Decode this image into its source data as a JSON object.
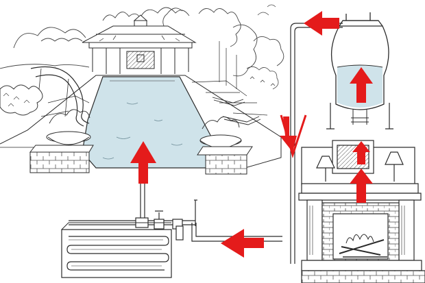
{
  "diagram": {
    "description_text": "",
    "colors": {
      "line": "#2a2a2a",
      "pool_water": "#cfe3ea",
      "tank_water": "#cfe3ea",
      "arrow": "#e41b1b",
      "paper": "#ffffff"
    },
    "icons": {
      "flow_arrow": "red-flow-arrow",
      "tank": "storage-tank",
      "fireplace": "fireplace",
      "pool": "swimming-pool",
      "coil": "heat-exchanger-coil",
      "valve": "pipe-valve"
    },
    "flow_arrow_count": 7
  }
}
